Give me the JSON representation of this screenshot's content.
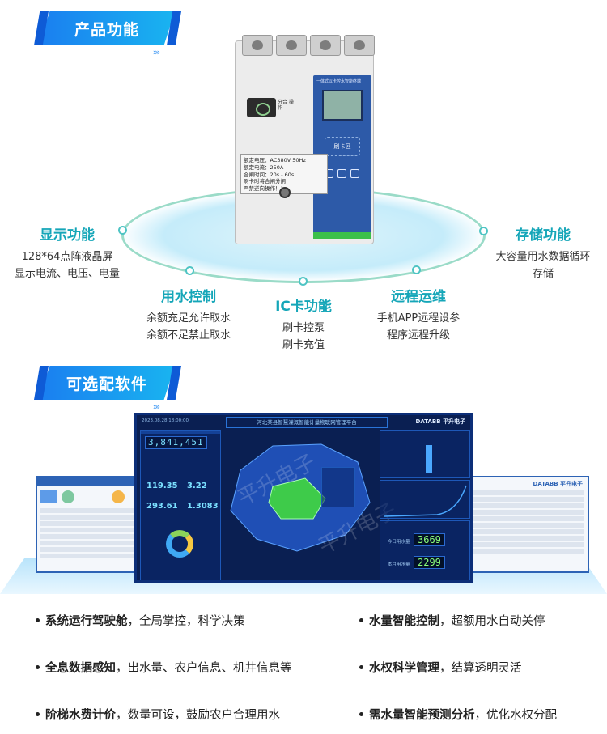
{
  "sections": {
    "product": {
      "title": "产品功能"
    },
    "software": {
      "title": "可选配软件"
    }
  },
  "device": {
    "panel_title": "一体式以卡控水智能终端",
    "card_area": "刷卡区",
    "switch_label": "分合 操作",
    "label_lines": [
      "额定电压：AC380V 50Hz",
      "额定电流：250A",
      "合闸时间：20s - 60s",
      "刷卡时将合闸分闸",
      "严禁逆向操作！！！"
    ]
  },
  "features": [
    {
      "id": "display",
      "title": "显示功能",
      "lines": [
        "128*64点阵液晶屏",
        "显示电流、电压、电量"
      ]
    },
    {
      "id": "water-control",
      "title": "用水控制",
      "lines": [
        "余额充足允许取水",
        "余额不足禁止取水"
      ]
    },
    {
      "id": "ic-card",
      "title": "IC卡功能",
      "lines": [
        "刷卡控泵",
        "刷卡充值"
      ]
    },
    {
      "id": "remote-ops",
      "title": "远程运维",
      "lines": [
        "手机APP远程设参",
        "程序远程升级"
      ]
    },
    {
      "id": "storage",
      "title": "存储功能",
      "lines": [
        "大容量用水数据循环",
        "存储"
      ]
    }
  ],
  "dashboard": {
    "title": "河北某县智慧灌溉智能计量物联网管理平台",
    "brand": "DATABB 平升电子",
    "side_brand": "DATABB 平升电子",
    "date": "2023.08.28 18:00:00",
    "counter": "3,841,451",
    "stats": [
      "119.35",
      "3.22",
      "293.61",
      "1.3083"
    ],
    "lcd": [
      {
        "label": "今日用水量",
        "value": "3669"
      },
      {
        "label": "本月用水量",
        "value": "2299"
      }
    ],
    "watermark": "平升电子"
  },
  "bullets": [
    {
      "bold": "系统运行驾驶舱",
      "rest": "，全局掌控，科学决策"
    },
    {
      "bold": "水量智能控制",
      "rest": "，超额用水自动关停"
    },
    {
      "bold": "全息数据感知",
      "rest": "，出水量、农户信息、机井信息等"
    },
    {
      "bold": "水权科学管理",
      "rest": "，结算透明灵活"
    },
    {
      "bold": "阶梯水费计价",
      "rest": "，数量可设，鼓励农户合理用水"
    },
    {
      "bold": "需水量智能预测分析",
      "rest": "，优化水权分配"
    }
  ]
}
